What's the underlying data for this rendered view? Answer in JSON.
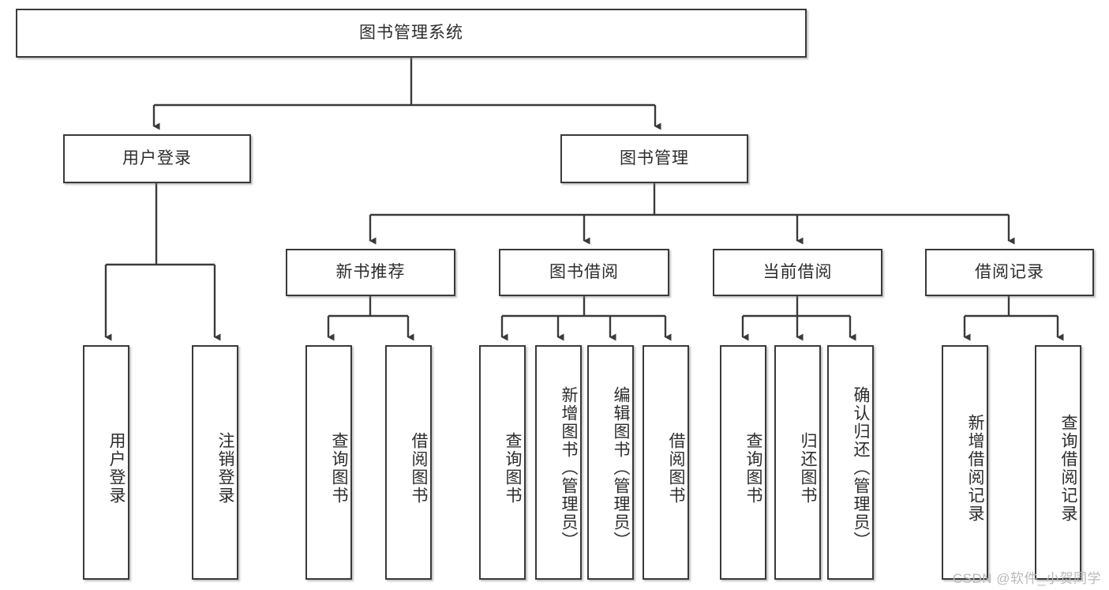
{
  "diagram": {
    "title": "图书管理系统",
    "type": "tree-hierarchy-diagram",
    "root": {
      "id": "root",
      "label": "图书管理系统"
    },
    "level2": [
      {
        "id": "user-login",
        "label": "用户登录"
      },
      {
        "id": "book-management",
        "label": "图书管理"
      }
    ],
    "level3": [
      {
        "id": "new-book-recommend",
        "label": "新书推荐",
        "parent": "book-management"
      },
      {
        "id": "book-borrow",
        "label": "图书借阅",
        "parent": "book-management"
      },
      {
        "id": "current-borrow",
        "label": "当前借阅",
        "parent": "book-management"
      },
      {
        "id": "borrow-record",
        "label": "借阅记录",
        "parent": "book-management"
      }
    ],
    "leaves": {
      "user_login": [
        {
          "id": "leaf-user-login",
          "label": "用户登录"
        },
        {
          "id": "leaf-logout",
          "label": "注销登录"
        }
      ],
      "new_book_recommend": [
        {
          "id": "leaf-query-book-1",
          "label": "查询图书"
        },
        {
          "id": "leaf-borrow-book-1",
          "label": "借阅图书"
        }
      ],
      "book_borrow": [
        {
          "id": "leaf-query-book-2",
          "label": "查询图书"
        },
        {
          "id": "leaf-add-book",
          "label": "新增图书（管理员）"
        },
        {
          "id": "leaf-edit-book",
          "label": "编辑图书（管理员）"
        },
        {
          "id": "leaf-borrow-book-2",
          "label": "借阅图书"
        }
      ],
      "current_borrow": [
        {
          "id": "leaf-query-book-3",
          "label": "查询图书"
        },
        {
          "id": "leaf-return-book",
          "label": "归还图书"
        },
        {
          "id": "leaf-confirm-return",
          "label": "确认归还（管理员）"
        }
      ],
      "borrow_record": [
        {
          "id": "leaf-add-record",
          "label": "新增借阅记录"
        },
        {
          "id": "leaf-query-record",
          "label": "查询借阅记录"
        }
      ]
    }
  },
  "watermark": {
    "text": "CSDN @软件_小贺同学"
  },
  "colors": {
    "border": "#3a3a3a",
    "text": "#2c2c2c",
    "background": "#ffffff",
    "watermark": "#b9b9b9"
  }
}
